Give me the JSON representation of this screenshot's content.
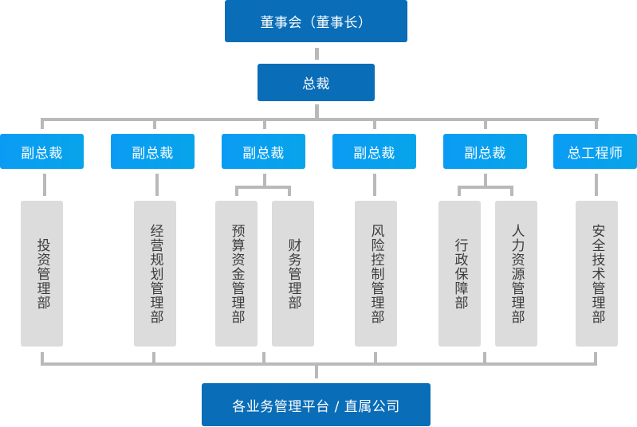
{
  "top": {
    "label": "董事会（董事长）"
  },
  "ceo": {
    "label": "总裁"
  },
  "executives": [
    {
      "label": "副总裁"
    },
    {
      "label": "副总裁"
    },
    {
      "label": "副总裁"
    },
    {
      "label": "副总裁"
    },
    {
      "label": "副总裁"
    },
    {
      "label": "总工程师"
    }
  ],
  "departments": [
    {
      "label": "投资管理部",
      "reports_to": 0
    },
    {
      "label": "经营规划管理部",
      "reports_to": 1
    },
    {
      "label": "预算资金管理部",
      "reports_to": 2
    },
    {
      "label": "财务管理部",
      "reports_to": 2
    },
    {
      "label": "风险控制管理部",
      "reports_to": 3
    },
    {
      "label": "行政保障部",
      "reports_to": 4
    },
    {
      "label": "人力资源管理部",
      "reports_to": 4
    },
    {
      "label": "安全技术管理部",
      "reports_to": 5
    }
  ],
  "bottom": {
    "label": "各业务管理平台 / 直属公司"
  },
  "colors": {
    "dark_box": "#0a6db7",
    "light_box": "#0a9cf4",
    "dept_box": "#dcdcdc",
    "connector": "#b9b9b9"
  }
}
